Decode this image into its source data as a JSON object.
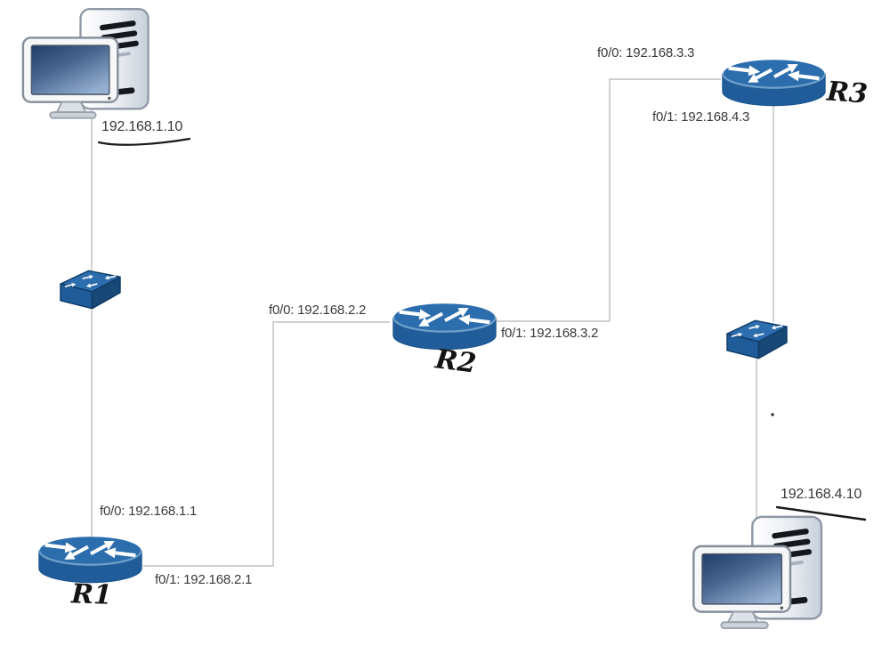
{
  "colors": {
    "device_blue": "#1F5C99",
    "device_blue_top": "#2B6DAD",
    "device_blue_side": "#174876",
    "device_outline": "#0E3A66",
    "wire_gray": "#C8CACC",
    "ink": "#1A1A1A",
    "label_text": "#3A3A3A",
    "background": "#FFFFFF"
  },
  "nodes": {
    "pc1": {
      "type": "pc",
      "icon": "pc-icon",
      "ip": "192.168.1.10"
    },
    "switch1": {
      "type": "switch",
      "icon": "switch-icon"
    },
    "r1": {
      "type": "router",
      "icon": "router-icon",
      "name": "R1",
      "f00": "f0/0: 192.168.1.1",
      "f01": "f0/1: 192.168.2.1"
    },
    "r2": {
      "type": "router",
      "icon": "router-icon",
      "name": "R2",
      "f00": "f0/0: 192.168.2.2",
      "f01": "f0/1: 192.168.3.2"
    },
    "r3": {
      "type": "router",
      "icon": "router-icon",
      "name": "R3",
      "f00": "f0/0: 192.168.3.3",
      "f01": "f0/1: 192.168.4.3"
    },
    "switch2": {
      "type": "switch",
      "icon": "switch-icon"
    },
    "pc2": {
      "type": "pc",
      "icon": "pc-icon",
      "ip": "192.168.4.10"
    }
  },
  "links": [
    {
      "from": "pc1",
      "to": "switch1"
    },
    {
      "from": "switch1",
      "to": "r1",
      "to_if": "f0/0"
    },
    {
      "from": "r1",
      "to": "r2",
      "from_if": "f0/1",
      "to_if": "f0/0"
    },
    {
      "from": "r2",
      "to": "r3",
      "from_if": "f0/1",
      "to_if": "f0/0"
    },
    {
      "from": "r3",
      "to": "switch2",
      "from_if": "f0/1"
    },
    {
      "from": "switch2",
      "to": "pc2"
    }
  ]
}
